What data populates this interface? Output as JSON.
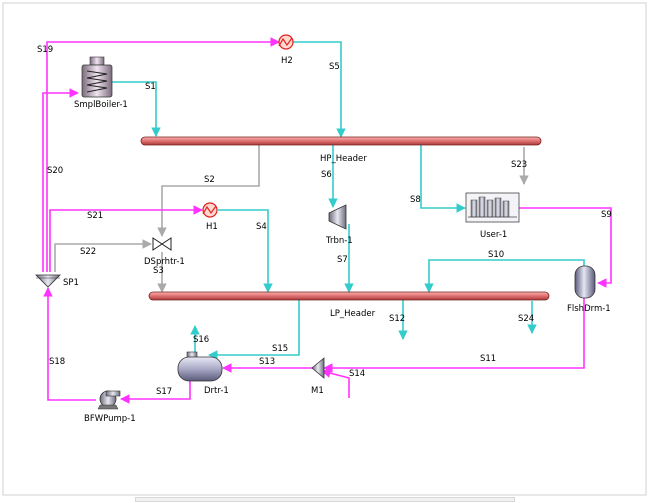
{
  "colors": {
    "water": "#ff33ff",
    "steam": "#33cccc",
    "misc": "#aaaaaa",
    "header_fill": "#f08080",
    "header_stroke": "#7a2020",
    "frame_border": "#d0d0d0"
  },
  "units": {
    "boiler": "SmplBoiler-1",
    "hp_header": "HP_Header",
    "lp_header": "LP_Header",
    "turbine": "Trbn-1",
    "user": "User-1",
    "heater_h2": "H2",
    "heater_h1": "H1",
    "desuperheater": "DSprhtr-1",
    "splitter": "SP1",
    "flash_drum": "FlshDrm-1",
    "deaerator": "Drtr-1",
    "mixer": "M1",
    "pump": "BFWPump-1"
  },
  "streams": {
    "s1": "S1",
    "s2": "S2",
    "s3": "S3",
    "s4": "S4",
    "s5": "S5",
    "s6": "S6",
    "s7": "S7",
    "s8": "S8",
    "s9": "S9",
    "s10": "S10",
    "s11": "S11",
    "s12": "S12",
    "s13": "S13",
    "s14": "S14",
    "s15": "S15",
    "s16": "S16",
    "s17": "S17",
    "s18": "S18",
    "s19": "S19",
    "s20": "S20",
    "s21": "S21",
    "s22": "S22",
    "s23": "S23",
    "s24": "S24"
  },
  "icons": {
    "boiler": "boiler-icon",
    "header": "header-pipe-icon",
    "turbine": "turbine-icon",
    "user": "steam-user-icon",
    "heater": "heater-icon",
    "valve": "valve-icon",
    "splitter": "splitter-icon",
    "flash_drum": "flash-drum-icon",
    "deaerator": "deaerator-icon",
    "mixer": "mixer-icon",
    "pump": "pump-icon"
  }
}
